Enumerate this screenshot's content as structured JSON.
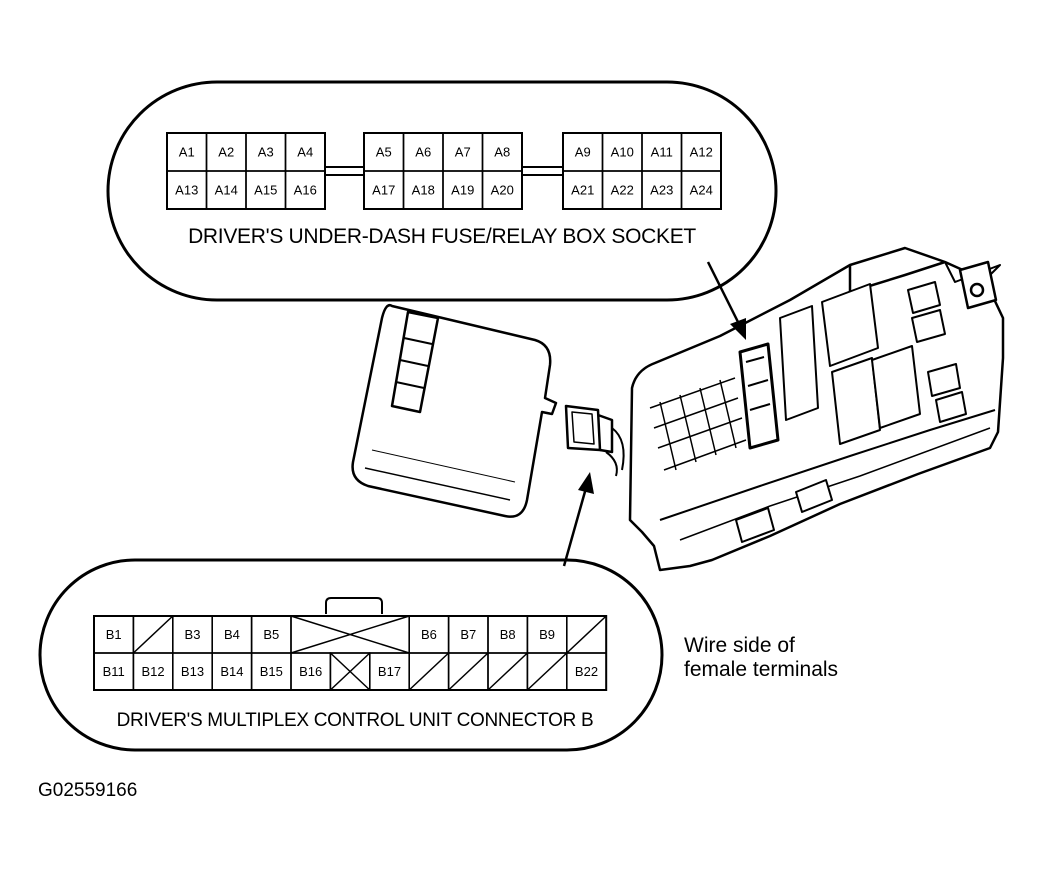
{
  "fuse_box_socket": {
    "caption": "DRIVER'S UNDER-DASH FUSE/RELAY BOX SOCKET",
    "groups": [
      {
        "top": [
          "A1",
          "A2",
          "A3",
          "A4"
        ],
        "bottom": [
          "A13",
          "A14",
          "A15",
          "A16"
        ]
      },
      {
        "top": [
          "A5",
          "A6",
          "A7",
          "A8"
        ],
        "bottom": [
          "A17",
          "A18",
          "A19",
          "A20"
        ]
      },
      {
        "top": [
          "A9",
          "A10",
          "A11",
          "A12"
        ],
        "bottom": [
          "A21",
          "A22",
          "A23",
          "A24"
        ]
      }
    ]
  },
  "connector_b": {
    "caption": "DRIVER'S MULTIPLEX CONTROL UNIT CONNECTOR B",
    "top_row": [
      "B1",
      "",
      "B3",
      "B4",
      "B5",
      "",
      "",
      "",
      "B6",
      "B7",
      "B8",
      "B9",
      ""
    ],
    "bottom_row": [
      "B11",
      "B12",
      "B13",
      "B14",
      "B15",
      "B16",
      "",
      "B17",
      "",
      "",
      "",
      "",
      "B22"
    ]
  },
  "note": {
    "line1": "Wire side of",
    "line2": "female terminals"
  },
  "figure_id": "G02559166"
}
